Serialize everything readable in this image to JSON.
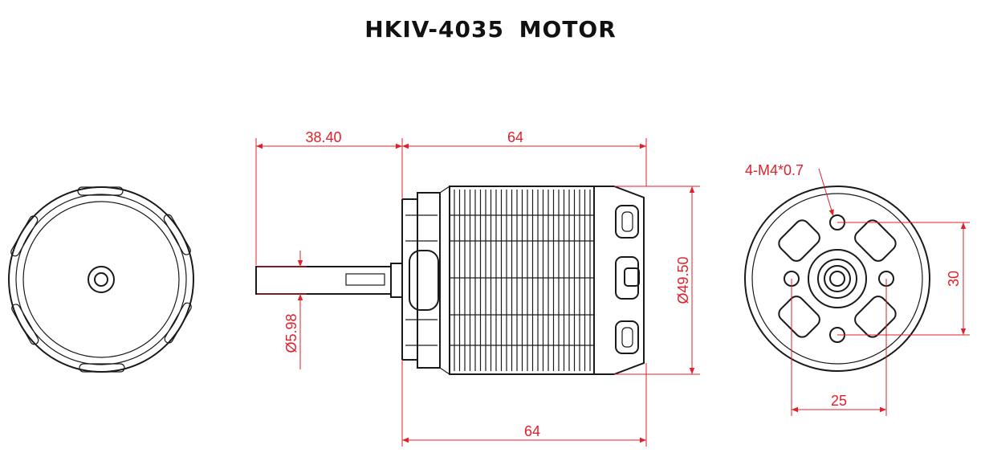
{
  "title": "HKIV-4035  MOTOR",
  "colors": {
    "ink": "#1a1a1a",
    "dimension": "#e0202a"
  },
  "dimensions": {
    "shaft_length": "38.40",
    "body_length_top": "64",
    "body_length_bottom": "64",
    "body_diameter": "Ø49.50",
    "shaft_diameter": "Ø5.98",
    "mount_thread": "4-M4*0.7",
    "mount_vertical": "30",
    "mount_horizontal": "25"
  }
}
